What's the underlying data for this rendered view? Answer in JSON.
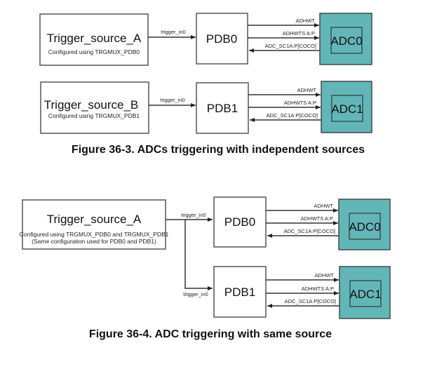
{
  "figure1": {
    "caption": "Figure 36-3. ADCs triggering with independent sources",
    "sources": [
      {
        "title": "Trigger_source_A",
        "note": "Configured using TRGMUX_PDB0",
        "wire_label": "trigger_in0"
      },
      {
        "title": "Trigger_source_B",
        "note": "Configured using TRGMUX_PDB1",
        "wire_label": "trigger_in0"
      }
    ],
    "pdbs": [
      "PDB0",
      "PDB1"
    ],
    "adcs": [
      "ADC0",
      "ADC1"
    ],
    "signals": [
      "ADHWT",
      "ADHWTS A:P",
      "ADC_SC1A:P[COCO]"
    ]
  },
  "figure2": {
    "caption": "Figure 36-4. ADC triggering with same source",
    "source": {
      "title": "Trigger_source_A",
      "note_line1": "Configured using TRGMUX_PDB0 and TRGMUX_PDB1",
      "note_line2": "(Same configuration used for PDB0 and PDB1)"
    },
    "wire_labels": [
      "trigger_in0",
      "trigger_in0"
    ],
    "pdbs": [
      "PDB0",
      "PDB1"
    ],
    "adcs": [
      "ADC0",
      "ADC1"
    ],
    "signals": [
      "ADHWT",
      "ADHWTS A:P",
      "ADC_SC1A:P[COCO]"
    ]
  },
  "colors": {
    "adc_fill": "#63b6b8"
  }
}
